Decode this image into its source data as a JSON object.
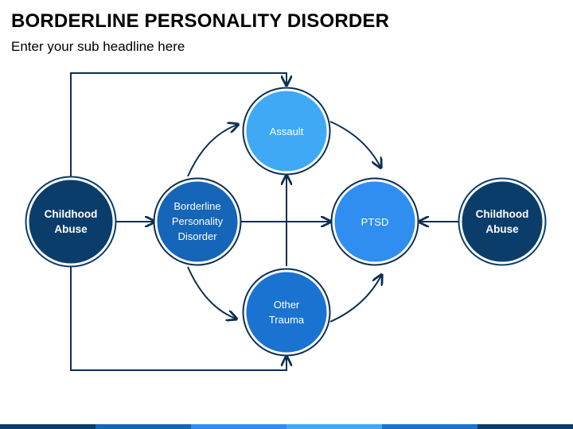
{
  "header": {
    "title": "BORDERLINE PERSONALITY DISORDER",
    "subtitle": "Enter your sub headline here"
  },
  "colors": {
    "dark_navy": "#0b3d6b",
    "mid_blue": "#1565b8",
    "light_blue": "#3fa9f5",
    "sky_blue": "#2f8ef0",
    "connector": "#0d2e52"
  },
  "nodes": {
    "childhood_left": {
      "lines": [
        "Childhood",
        "Abuse"
      ]
    },
    "bpd": {
      "lines": [
        "Borderline",
        "Personality",
        "Disorder"
      ]
    },
    "assault": {
      "lines": [
        "Assault"
      ]
    },
    "other_trauma": {
      "lines": [
        "Other",
        "Trauma"
      ]
    },
    "ptsd": {
      "lines": [
        "PTSD"
      ]
    },
    "childhood_right": {
      "lines": [
        "Childhood",
        "Abuse"
      ]
    }
  }
}
